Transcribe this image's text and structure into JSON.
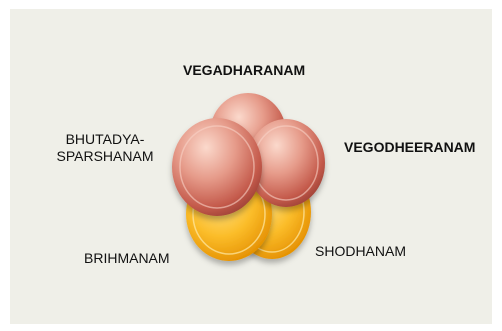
{
  "diagram": {
    "labels": {
      "top": "VEGADHARANAM",
      "right": "VEGODHEERANAM",
      "left_line1": "BHUTADYA-",
      "left_line2": "SPARSHANAM",
      "bottom_left": "BRIHMANAM",
      "bottom_right": "SHODHANAM"
    },
    "colors": {
      "background": "#efefe8",
      "red_circle_light": "#f6c2b2",
      "red_circle_dark": "#b34a3e",
      "gold_circle_light": "#ffd86a",
      "gold_circle_dark": "#e39400",
      "text": "#111111"
    }
  }
}
